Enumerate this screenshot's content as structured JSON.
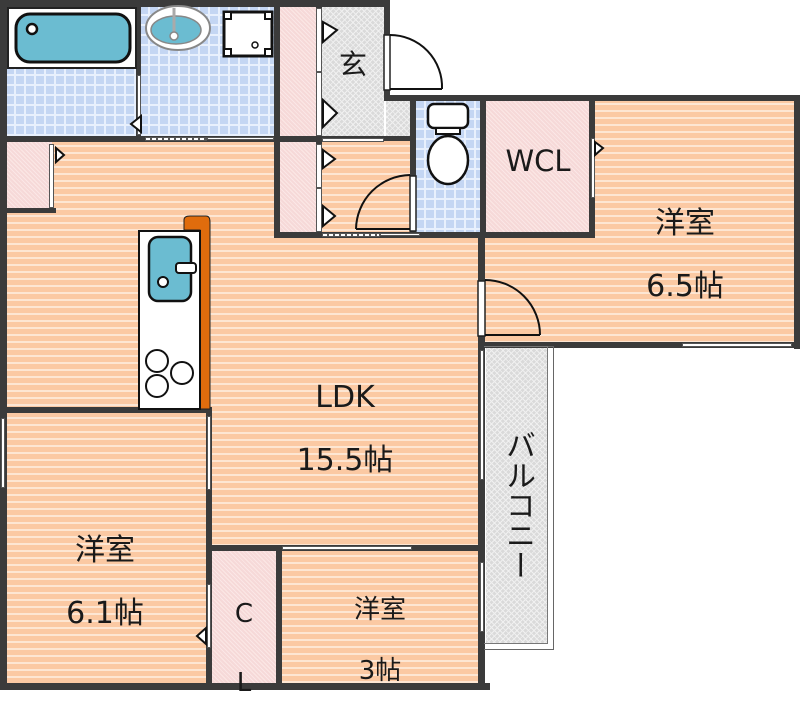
{
  "floor_plan": {
    "colors": {
      "wall": "#3b3b3b",
      "wood_floor": "#fbc9a3",
      "tile_floor": "#c4d6f3",
      "storage_pink": "#f6d9d8",
      "entrance_gray": "#dadada",
      "fixture_blue": "#6bbcd1",
      "backsplash_orange": "#e06c0d"
    },
    "rooms": {
      "ldk": {
        "name": "LDK",
        "size": "15.5帖"
      },
      "western_room_east": {
        "name": "洋室",
        "size": "6.5帖"
      },
      "western_room_southwest": {
        "name": "洋室",
        "size": "6.1帖"
      },
      "western_room_south": {
        "name": "洋室",
        "size": "3帖"
      },
      "walk_in_closet": {
        "name": "WCL"
      },
      "closet": {
        "name_line1": "C",
        "name_line2": "L"
      },
      "entrance": {
        "name": "玄"
      },
      "balcony": {
        "name": "バルコニー"
      }
    },
    "fixtures": [
      "bathtub-icon",
      "washbasin-icon",
      "washing-machine-pan-icon",
      "toilet-icon",
      "kitchen-sink-icon",
      "gas-stove-icon"
    ]
  }
}
